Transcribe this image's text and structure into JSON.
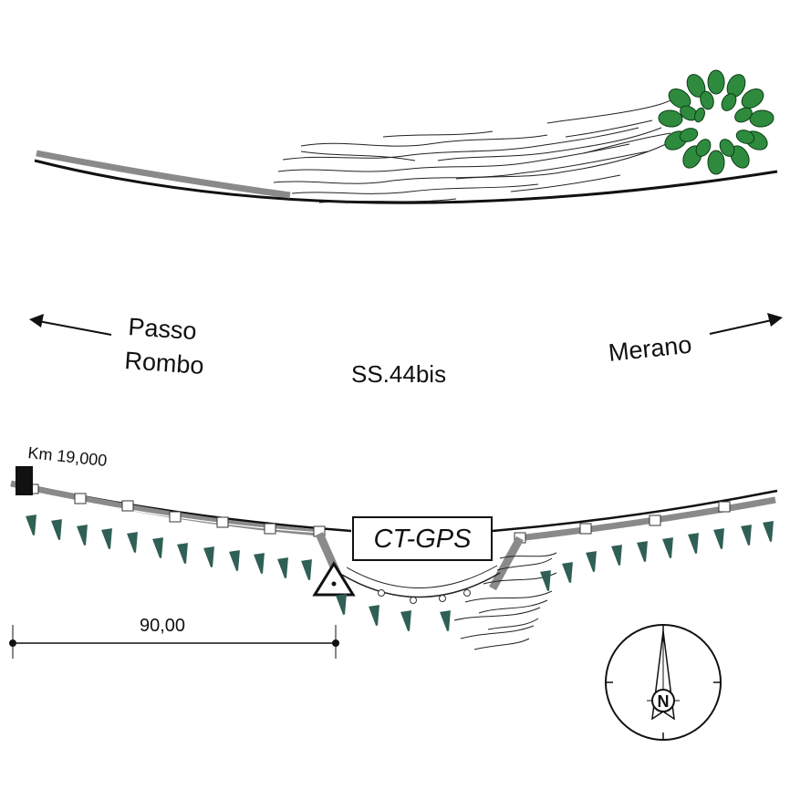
{
  "labels": {
    "passo": "Passo",
    "rombo": "Rombo",
    "merano": "Merano",
    "road": "SS.44bis",
    "km_marker": "Km 19,000",
    "station": "CT-GPS",
    "distance": "90,00",
    "north": "N"
  },
  "colors": {
    "tree_green": "#2e8b3e",
    "spike_green": "#2f5f55",
    "barrier_gray": "#8a8a8a",
    "line_black": "#111111"
  },
  "icons": [
    "north-arrow-icon",
    "survey-point-triangle-icon",
    "tree-cluster-icon"
  ]
}
